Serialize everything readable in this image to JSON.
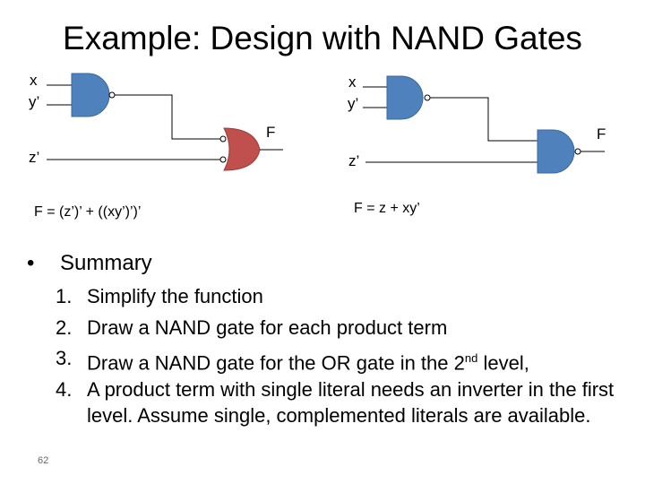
{
  "title": "Example: Design with NAND Gates",
  "left_circuit": {
    "inputs": [
      "x",
      "y’",
      "z’"
    ],
    "output": "F",
    "equation": "F = (z’)’ + ((xy’)’)’"
  },
  "right_circuit": {
    "inputs": [
      "x",
      "y’",
      "z’"
    ],
    "output": "F",
    "equation": "F = z + xy’"
  },
  "summary": {
    "bullet": "•",
    "heading": "Summary",
    "items": [
      {
        "num": "1.",
        "text": "Simplify the function"
      },
      {
        "num": "2.",
        "text": "Draw a NAND gate for each product term"
      },
      {
        "num": "3.",
        "text_before": "Draw a NAND gate for the OR gate in the 2",
        "sup": "nd",
        "text_after": " level,"
      },
      {
        "num": "4.",
        "text": "A product term with single literal needs an inverter in the first level. Assume single, complemented literals are available."
      }
    ]
  },
  "page_number": "62",
  "colors": {
    "nand_gate": "#4f81bd",
    "or_gate": "#c0504d"
  }
}
